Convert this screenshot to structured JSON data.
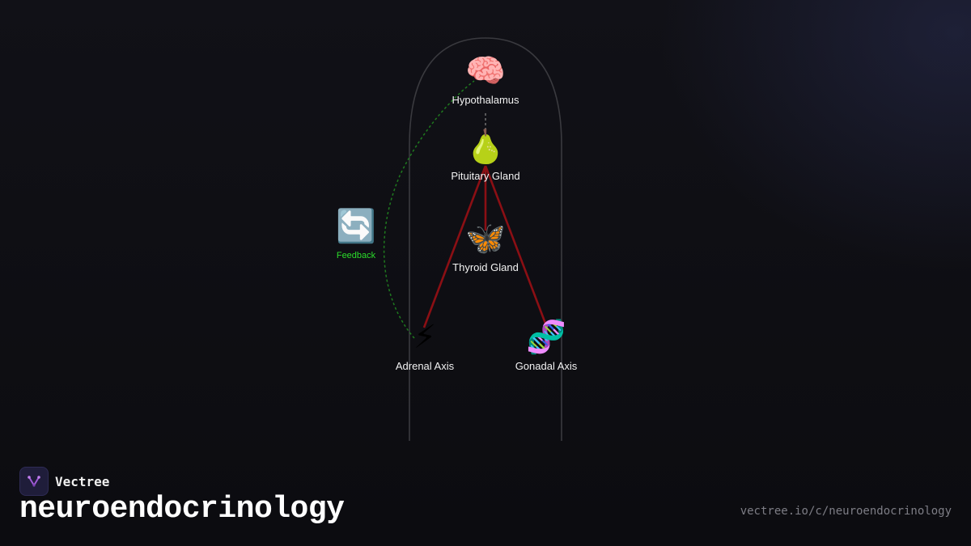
{
  "nodes": {
    "hypothalamus": {
      "icon": "🧠",
      "icon_name": "brain-icon",
      "label": "Hypothalamus"
    },
    "pituitary": {
      "icon": "🍐",
      "icon_name": "pear-icon",
      "label": "Pituitary Gland"
    },
    "thyroid": {
      "icon": "🦋",
      "icon_name": "butterfly-icon",
      "label": "Thyroid Gland"
    },
    "adrenal": {
      "icon": "⚡",
      "icon_name": "lightning-icon",
      "label": "Adrenal Axis"
    },
    "gonadal": {
      "icon": "🧬",
      "icon_name": "dna-icon",
      "label": "Gonadal Axis"
    },
    "feedback": {
      "icon": "🔄",
      "icon_name": "refresh-icon",
      "label": "Feedback"
    }
  },
  "colors": {
    "edge": "#8b0f14",
    "feedback": "#1f7a1f",
    "outline": "#3a3a3f",
    "feedback_label": "#2bdc2b"
  },
  "footer": {
    "brand": "Vectree",
    "title": "neuroendocrinology",
    "url": "vectree.io/c/neuroendocrinology"
  }
}
